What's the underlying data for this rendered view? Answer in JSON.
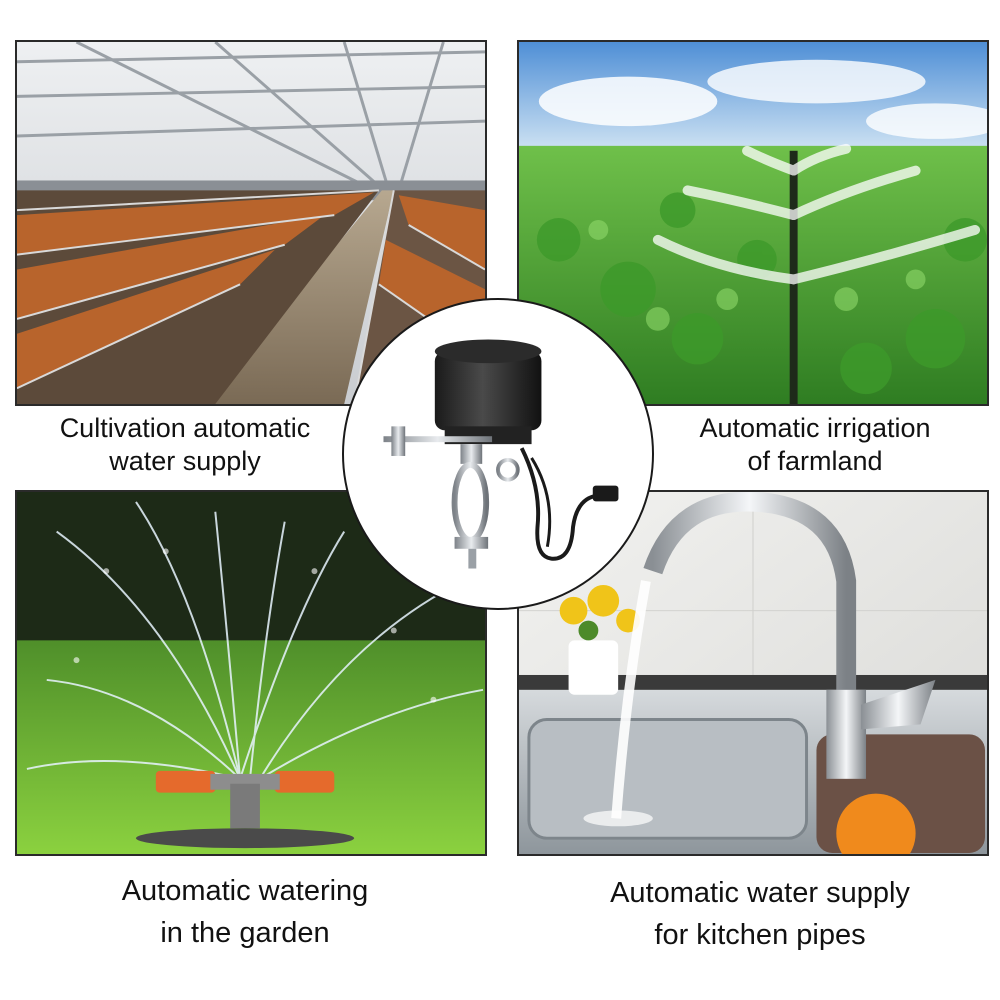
{
  "panels": {
    "poultry": {
      "caption_line1": "Cultivation automatic",
      "caption_line2": "water supply"
    },
    "farmland": {
      "caption_line1": "Automatic irrigation",
      "caption_line2": "of farmland"
    },
    "garden": {
      "caption_line1": "Automatic watering",
      "caption_line2": "in the garden"
    },
    "kitchen": {
      "caption_line1": "Automatic water supply",
      "caption_line2": "for kitchen pipes"
    }
  },
  "center_product": {
    "icon": "water-valve-controller-icon"
  }
}
